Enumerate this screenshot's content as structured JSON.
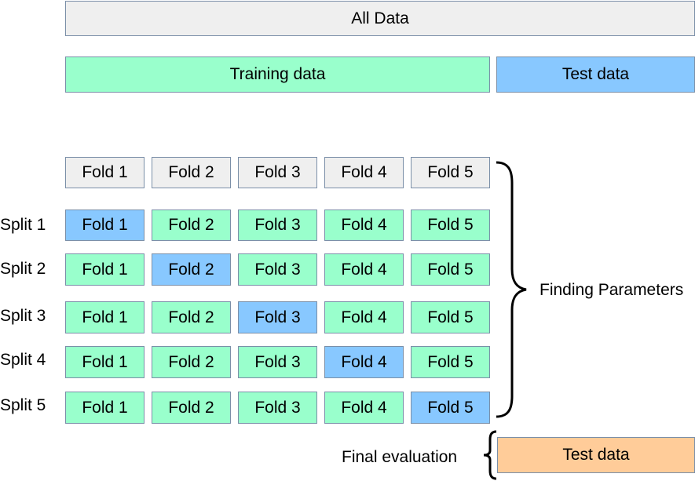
{
  "all_data": "All Data",
  "training_data": "Training data",
  "test_data_top": "Test data",
  "header_folds": [
    "Fold 1",
    "Fold 2",
    "Fold 3",
    "Fold 4",
    "Fold 5"
  ],
  "splits": [
    {
      "label": "Split 1",
      "folds": [
        "Fold 1",
        "Fold 2",
        "Fold 3",
        "Fold 4",
        "Fold 5"
      ],
      "test_fold_index": 0
    },
    {
      "label": "Split 2",
      "folds": [
        "Fold 1",
        "Fold 2",
        "Fold 3",
        "Fold 4",
        "Fold 5"
      ],
      "test_fold_index": 1
    },
    {
      "label": "Split 3",
      "folds": [
        "Fold 1",
        "Fold 2",
        "Fold 3",
        "Fold 4",
        "Fold 5"
      ],
      "test_fold_index": 2
    },
    {
      "label": "Split 4",
      "folds": [
        "Fold 1",
        "Fold 2",
        "Fold 3",
        "Fold 4",
        "Fold 5"
      ],
      "test_fold_index": 3
    },
    {
      "label": "Split 5",
      "folds": [
        "Fold 1",
        "Fold 2",
        "Fold 3",
        "Fold 4",
        "Fold 5"
      ],
      "test_fold_index": 4
    }
  ],
  "finding_parameters": "Finding Parameters",
  "final_evaluation": "Final evaluation",
  "test_data_final": "Test data",
  "colors": {
    "neutral": "#efefef",
    "training": "#99ffcc",
    "test": "#88c8ff",
    "final_test": "#ffcc99",
    "border": "#7b8fa8"
  }
}
